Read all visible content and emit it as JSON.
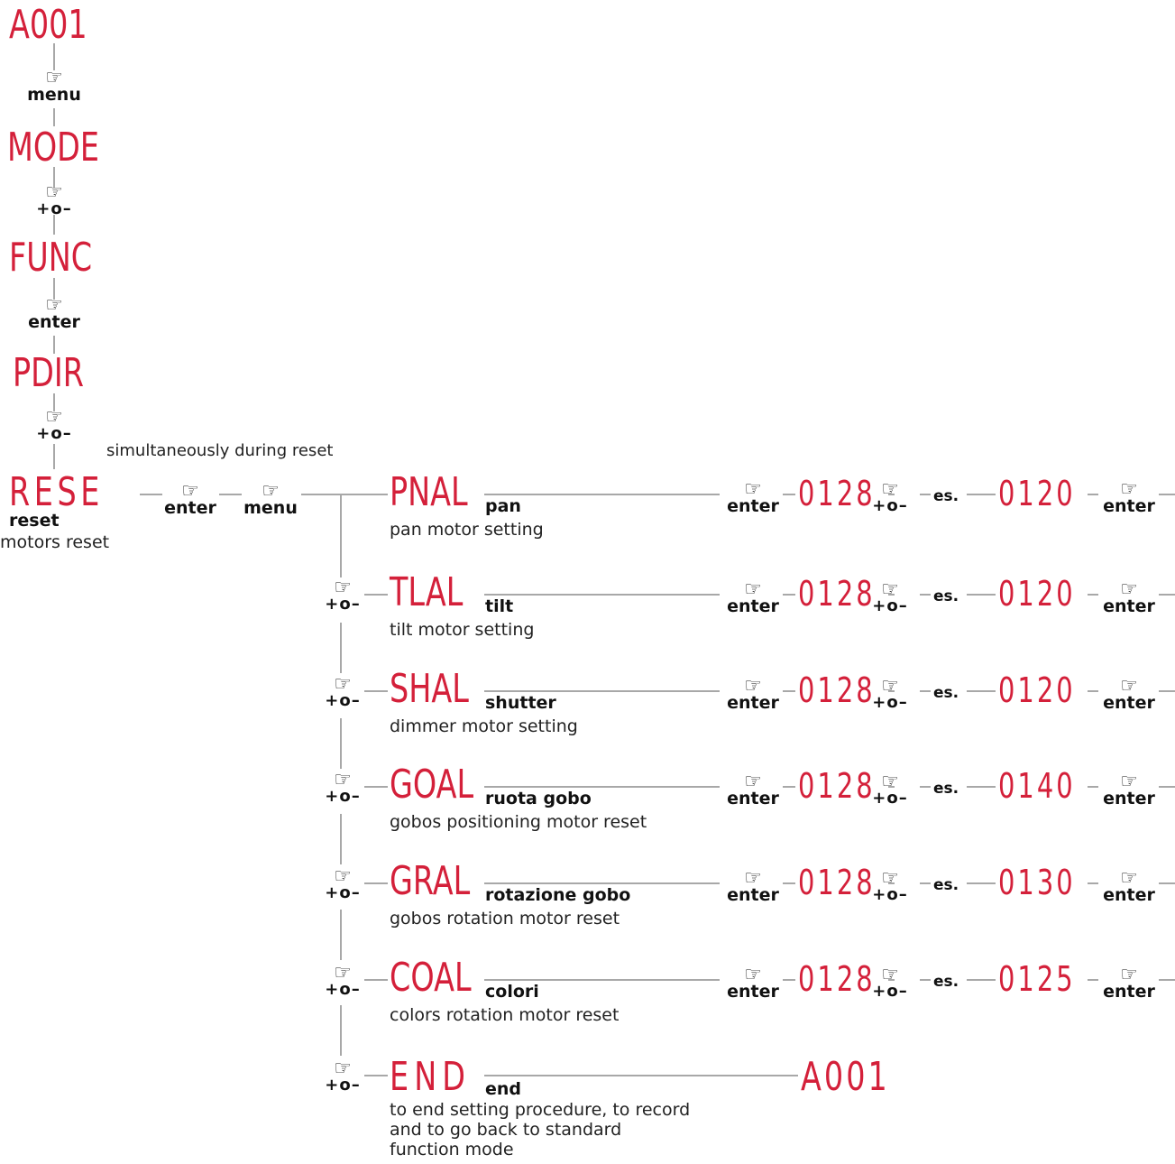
{
  "main_chain": [
    {
      "code": "A001",
      "key": "menu"
    },
    {
      "code": "MODE",
      "key": "+o–"
    },
    {
      "code": "FUNC",
      "key": "enter"
    },
    {
      "code": "PDIR",
      "key": "+o–"
    },
    {
      "code": "RESE"
    }
  ],
  "rese": {
    "label": "reset",
    "desc": "motors reset",
    "note": "simultaneously during reset",
    "keys": [
      "enter",
      "menu"
    ]
  },
  "hand_glyph": "☞",
  "branches": [
    {
      "code": "PNAL",
      "label": "pan",
      "desc": "pan motor setting",
      "step_key": "",
      "k1": "enter",
      "v1": "0128",
      "k2": "+o–",
      "es": "es.",
      "v2": "0120",
      "k3": "enter"
    },
    {
      "code": "TLAL",
      "label": "tilt",
      "desc": "tilt motor setting",
      "step_key": "+o–",
      "k1": "enter",
      "v1": "0128",
      "k2": "+o–",
      "es": "es.",
      "v2": "0120",
      "k3": "enter"
    },
    {
      "code": "SHAL",
      "label": "shutter",
      "desc": "dimmer motor setting",
      "step_key": "+o–",
      "k1": "enter",
      "v1": "0128",
      "k2": "+o–",
      "es": "es.",
      "v2": "0120",
      "k3": "enter"
    },
    {
      "code": "GOAL",
      "label": "ruota gobo",
      "desc": "gobos positioning motor reset",
      "step_key": "+o–",
      "k1": "enter",
      "v1": "0128",
      "k2": "+o–",
      "es": "es.",
      "v2": "0140",
      "k3": "enter"
    },
    {
      "code": "GRAL",
      "label": "rotazione gobo",
      "desc": "gobos rotation motor reset",
      "step_key": "+o–",
      "k1": "enter",
      "v1": "0128",
      "k2": "+o–",
      "es": "es.",
      "v2": "0130",
      "k3": "enter"
    },
    {
      "code": "COAL",
      "label": "colori",
      "desc": "colors rotation motor reset",
      "step_key": "+o–",
      "k1": "enter",
      "v1": "0128",
      "k2": "+o–",
      "es": "es.",
      "v2": "0125",
      "k3": "enter"
    }
  ],
  "end_branch": {
    "step_key": "+o–",
    "code": "END",
    "label": "end",
    "desc_lines": [
      "to end setting procedure, to record",
      "and to go back to standard",
      "function mode"
    ],
    "result": "A001"
  },
  "colors": {
    "code": "#d4203a",
    "line": "#a8a8a8",
    "text": "#111111"
  }
}
